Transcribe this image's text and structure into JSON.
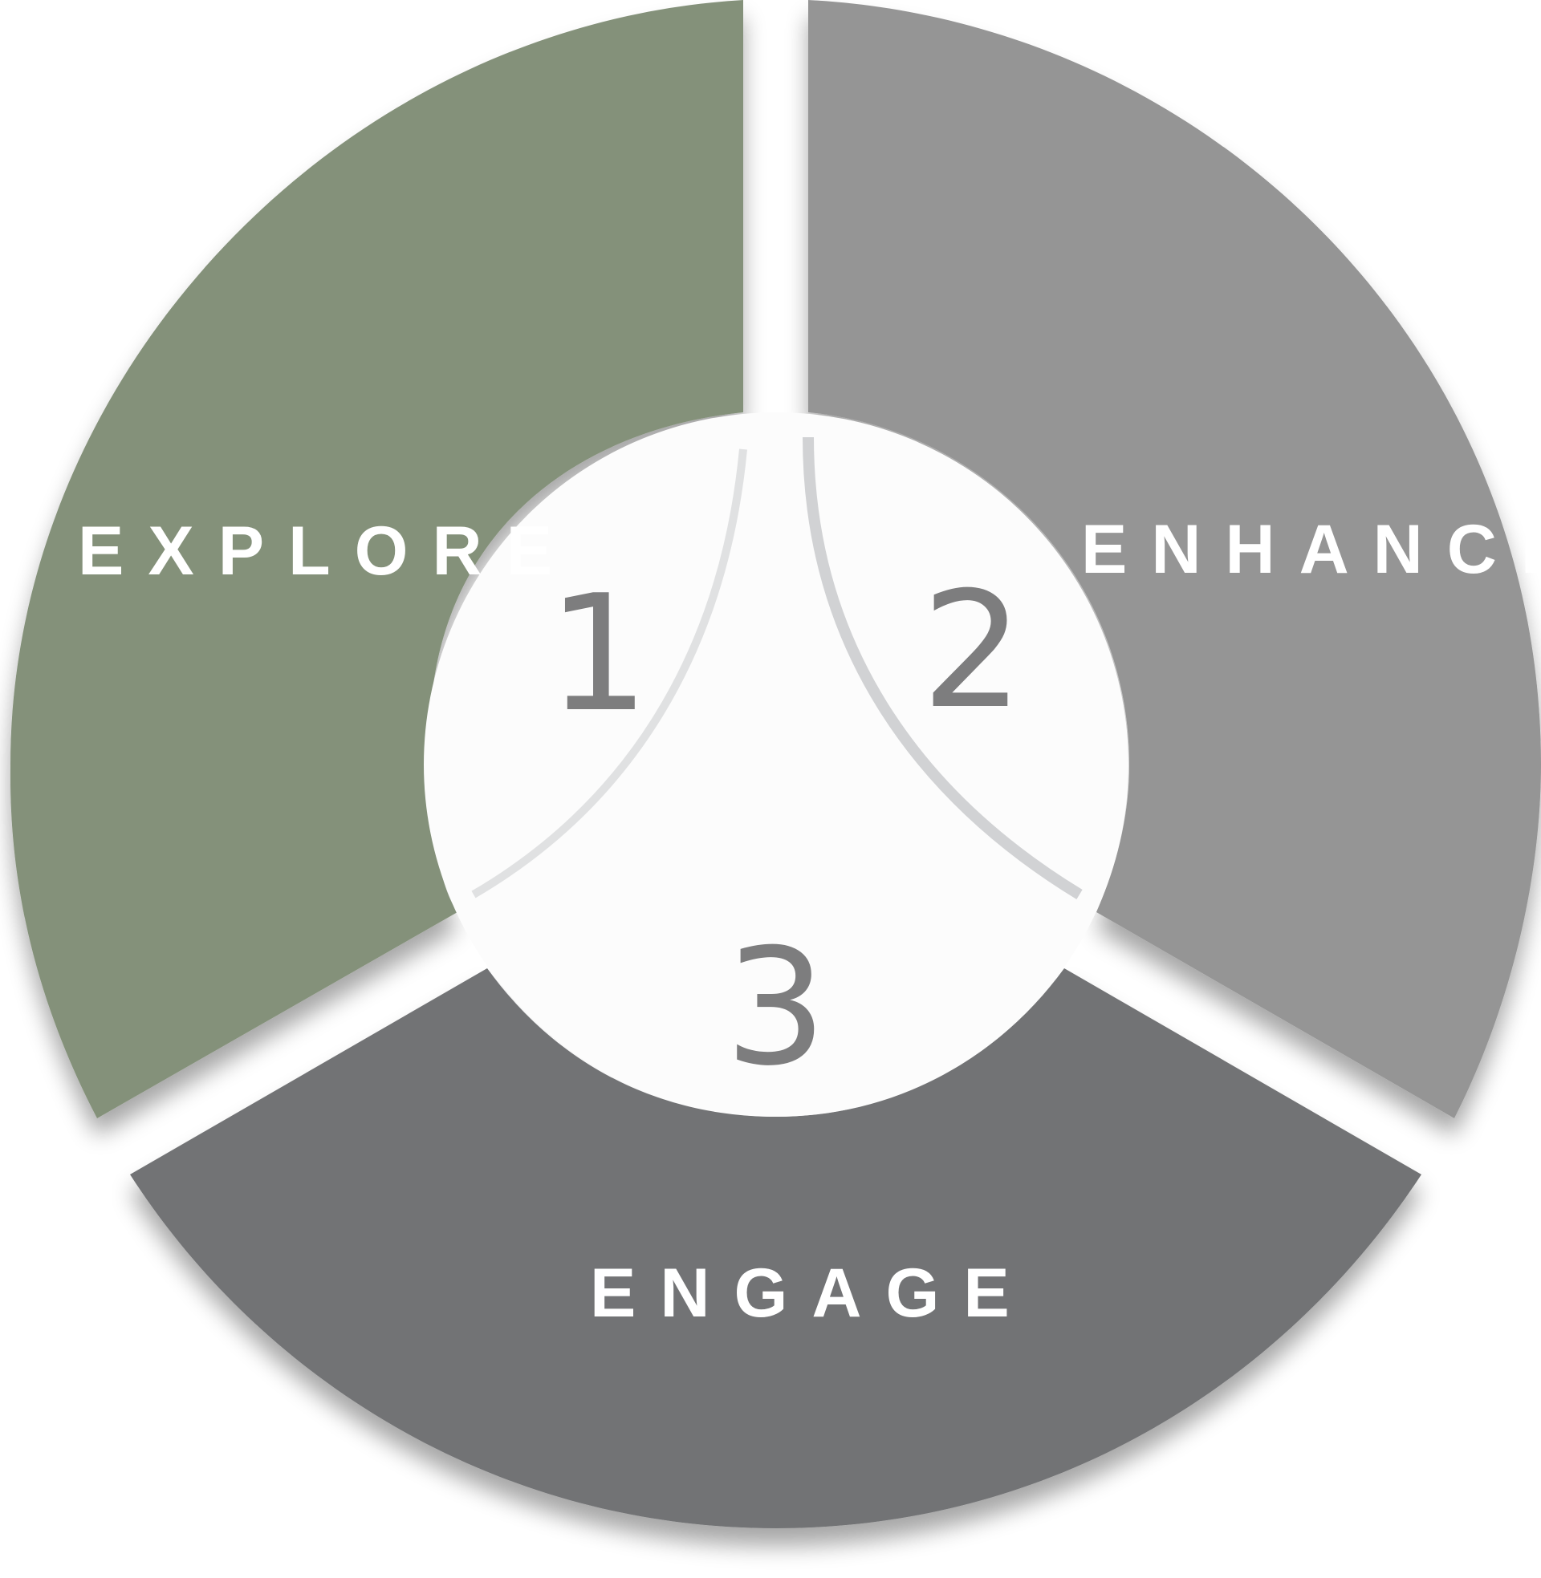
{
  "segments": [
    {
      "id": "explore",
      "label": "EXPLORE",
      "number": "1",
      "color": "#84917a"
    },
    {
      "id": "enhance",
      "label": "ENHANCE",
      "number": "2",
      "color": "#959595"
    },
    {
      "id": "engage",
      "label": "ENGAGE",
      "number": "3",
      "color": "#727375"
    }
  ],
  "center_color": "#fcfcfc",
  "number_color": "#7d7d7e"
}
